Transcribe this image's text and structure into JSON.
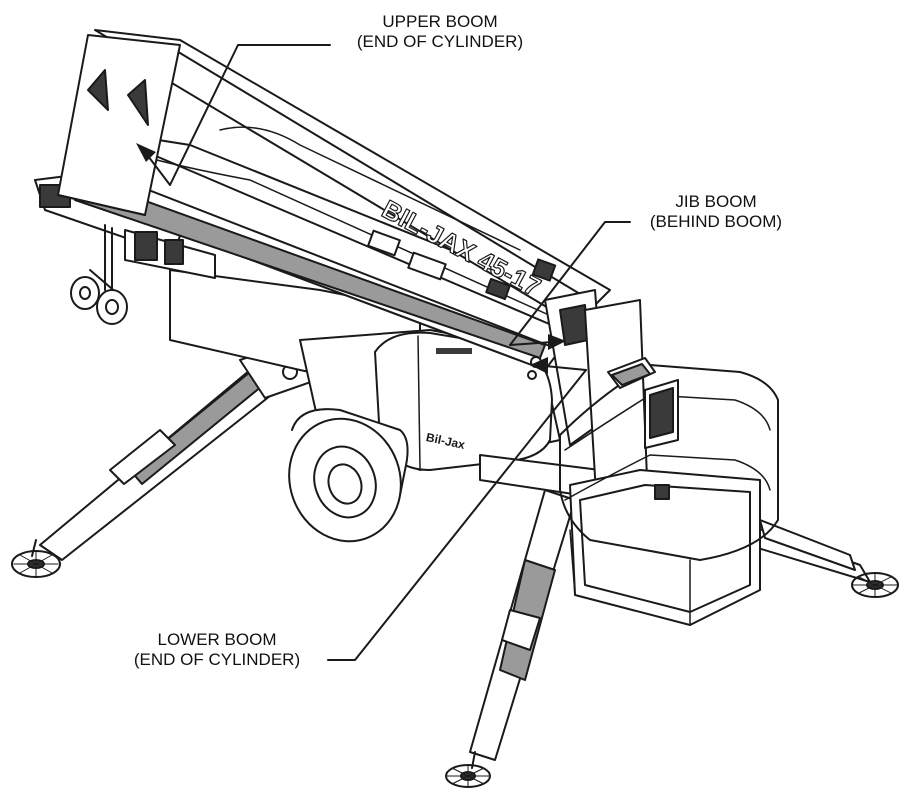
{
  "callouts": {
    "upper_boom": {
      "line1": "UPPER BOOM",
      "line2": "(END OF CYLINDER)"
    },
    "jib_boom": {
      "line1": "JIB BOOM",
      "line2": "(BEHIND BOOM)"
    },
    "lower_boom": {
      "line1": "LOWER BOOM",
      "line2": "(END OF CYLINDER)"
    }
  },
  "decals": {
    "boom_model": "BIL-JAX 45-17",
    "hood_logo": "Bil-Jax"
  },
  "colors": {
    "line": "#1a1a1a",
    "shade": "#9a9a9a",
    "dark": "#3a3a3a",
    "background": "#ffffff"
  }
}
